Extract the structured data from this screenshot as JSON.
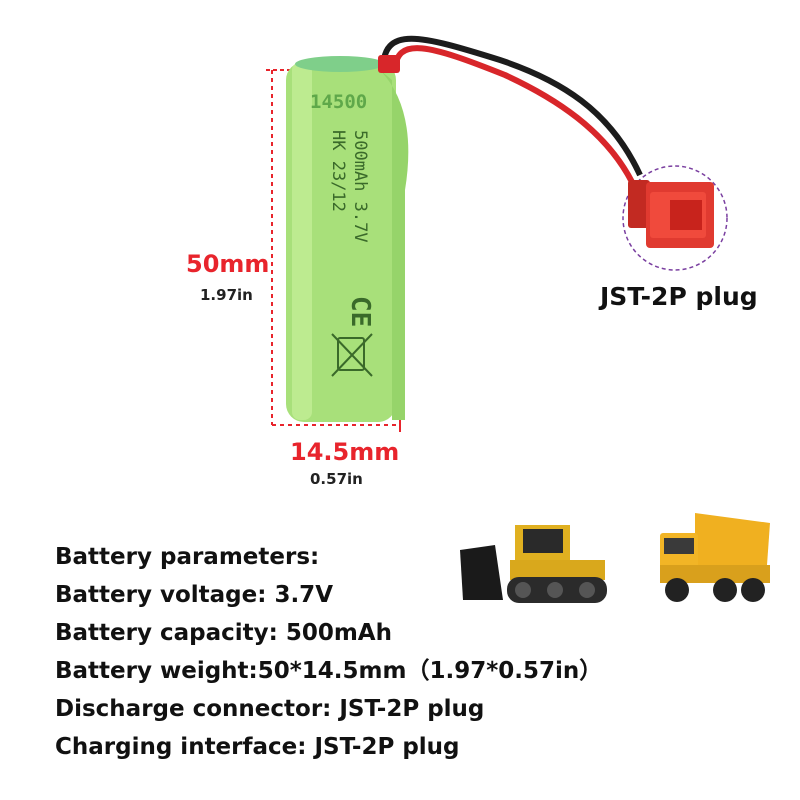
{
  "battery": {
    "model": "14500",
    "capacity_voltage": "500mAh 3.7V",
    "code": "HK 23/12",
    "ce_mark": "CE",
    "colors": {
      "body": "#a8e07a",
      "wire_red": "#d8262a",
      "wire_black": "#1c1c1c",
      "plug": "#e03a30"
    }
  },
  "dimensions": {
    "height_mm": "50mm",
    "height_in": "1.97in",
    "width_mm": "14.5mm",
    "width_in": "0.57in"
  },
  "plug_label": "JST-2P plug",
  "specs": [
    "Battery parameters:",
    "Battery voltage: 3.7V",
    "Battery capacity: 500mAh",
    "Battery weight:50*14.5mm（1.97*0.57in）",
    "Discharge connector: JST-2P plug",
    "Charging interface: JST-2P plug"
  ],
  "images": {
    "bulldozer": "bulldozer-toy",
    "dump_truck": "dump-truck-toy"
  }
}
